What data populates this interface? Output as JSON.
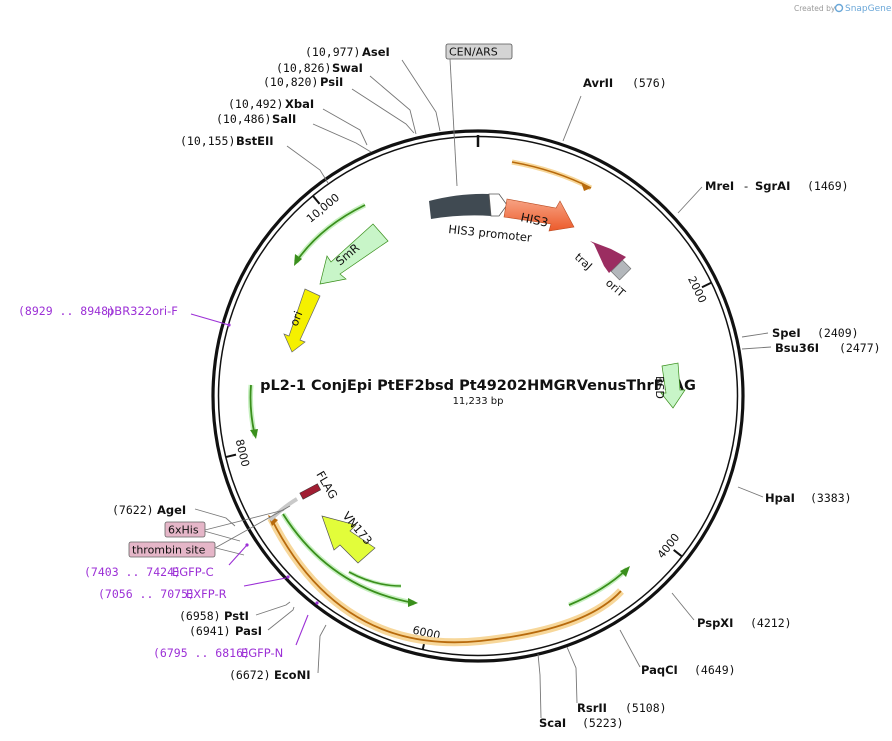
{
  "header": {
    "created_by": "Created by",
    "brand": "SnapGene",
    "brand_color": "#6aa7d8"
  },
  "plasmid": {
    "name": "pL2-1 ConjEpi PtEF2bsd Pt49202HMGRVenusThrFLAG",
    "length_label": "11,233 bp",
    "length_bp": 11233
  },
  "tick_marks": [
    {
      "bp": 2000,
      "label": "2000"
    },
    {
      "bp": 4000,
      "label": "4000"
    },
    {
      "bp": 6000,
      "label": "6000"
    },
    {
      "bp": 8000,
      "label": "8000"
    },
    {
      "bp": 10000,
      "label": "10,000"
    }
  ],
  "restriction_sites": [
    {
      "name": "AseI",
      "position": "(10,977)"
    },
    {
      "name": "SwaI",
      "position": "(10,826)"
    },
    {
      "name": "PsiI",
      "position": "(10,820)"
    },
    {
      "name": "XbaI",
      "position": "(10,492)"
    },
    {
      "name": "SalI",
      "position": "(10,486)"
    },
    {
      "name": "BstEII",
      "position": "(10,155)"
    },
    {
      "name": "AvrII",
      "position": "(576)"
    },
    {
      "name": "MreI",
      "name2": "SgrAI",
      "position": "(1469)"
    },
    {
      "name": "SpeI",
      "position": "(2409)"
    },
    {
      "name": "Bsu36I",
      "position": "(2477)"
    },
    {
      "name": "HpaI",
      "position": "(3383)"
    },
    {
      "name": "PspXI",
      "position": "(4212)"
    },
    {
      "name": "PaqCI",
      "position": "(4649)"
    },
    {
      "name": "RsrII",
      "position": "(5108)"
    },
    {
      "name": "ScaI",
      "position": "(5223)"
    },
    {
      "name": "AgeI",
      "position": "(7622)"
    },
    {
      "name": "PstI",
      "position": "(6958)"
    },
    {
      "name": "PasI",
      "position": "(6941)"
    },
    {
      "name": "EcoNI",
      "position": "(6672)"
    }
  ],
  "primers": [
    {
      "name": "pBR322ori-F",
      "range": "(8929 .. 8948)"
    },
    {
      "name": "EGFP-C",
      "range": "(7403 .. 7424)"
    },
    {
      "name": "EXFP-R",
      "range": "(7056 .. 7075)"
    },
    {
      "name": "EGFP-N",
      "range": "(6795 .. 6816)"
    }
  ],
  "features": {
    "cen_ars": "CEN/ARS",
    "his3": "HIS3",
    "his3_promoter": "HIS3 promoter",
    "traj": "traJ",
    "orit": "oriT",
    "smr": "SmR",
    "ori": "ori",
    "bsd": "BSD",
    "flag": "FLAG",
    "vn173": "VN173",
    "sixhis": "6xHis",
    "thrombin": "thrombin site"
  },
  "colors": {
    "backbone": "#111111",
    "primer": "#9c30d6",
    "enzyme_line": "#777777",
    "his3": "#f2754a",
    "his3_promoter": "#404a52",
    "traj": "#9b2d61",
    "orit": "#b3b7bb",
    "smr": "#c8f5c8",
    "ori": "#f5f000",
    "bsd": "#c8f5c8",
    "vn173": "#e2fd3a",
    "flag": "#a01e33",
    "tag_box": "#e5b6c8",
    "orf_green": "#3a8f1c",
    "orf_orange": "#b86a0c"
  }
}
